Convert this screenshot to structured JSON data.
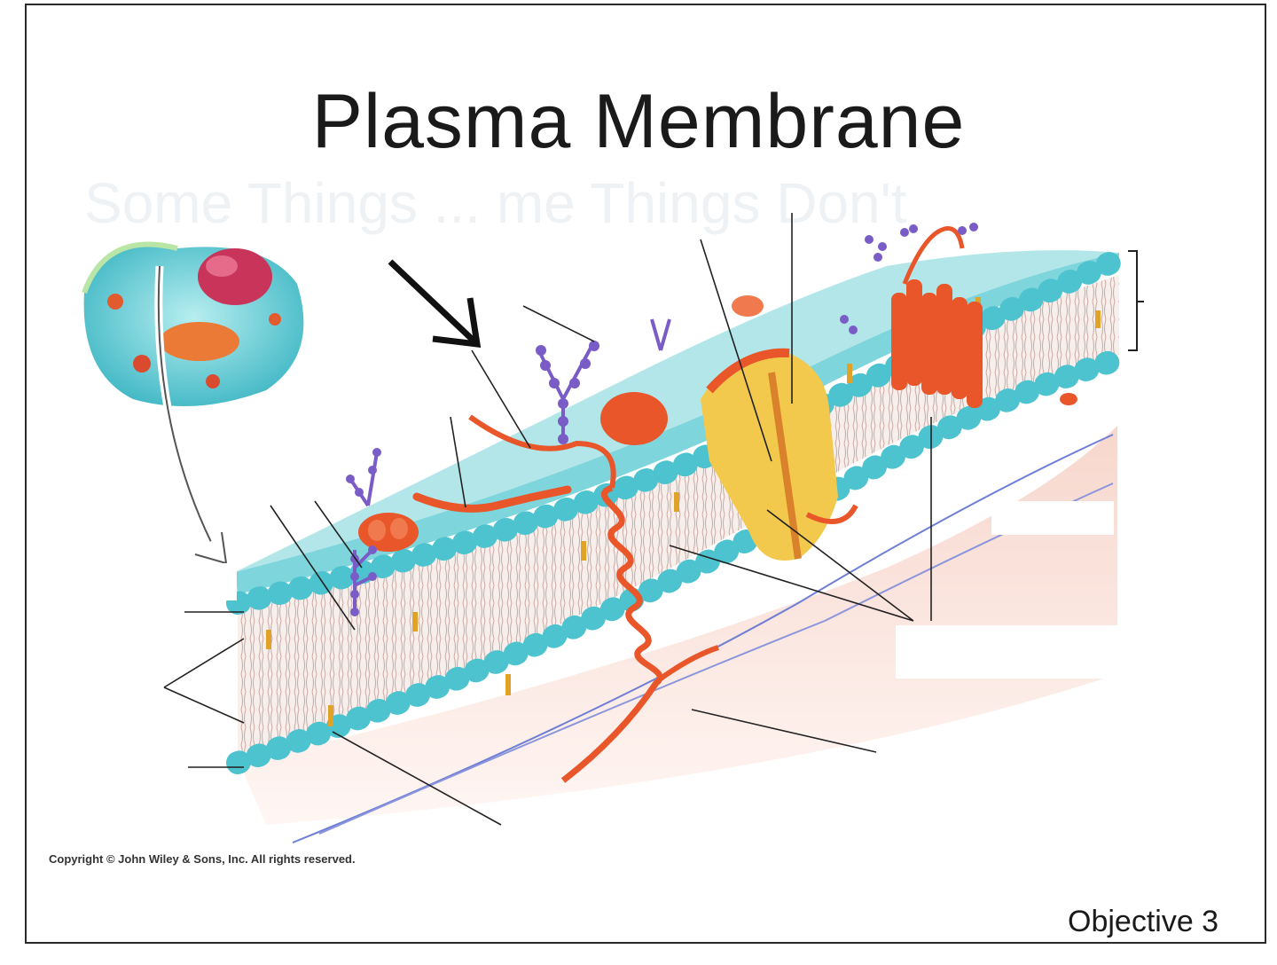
{
  "slide": {
    "title": "Plasma Membrane",
    "background_ghost_text": "Some Things ... me Things Don't",
    "copyright": "Copyright © John Wiley & Sons, Inc. All rights reserved.",
    "objective": "Objective 3"
  },
  "colors": {
    "phospholipid_head": "#4cc3cf",
    "membrane_surface": "#7fd5dc",
    "tail_area": "#f3ece9",
    "protein_orange": "#e8562a",
    "channel_yellow": "#f2c94c",
    "glycan_purple": "#7a5cc7",
    "cholesterol": "#e0a227",
    "cytoplasm_pink": "#f6d9d2",
    "leader_line": "#222222"
  },
  "icons": [
    "cell-thumbnail",
    "zoom-arrow-icon",
    "pointer-arrow-icon",
    "bracket-icon"
  ]
}
